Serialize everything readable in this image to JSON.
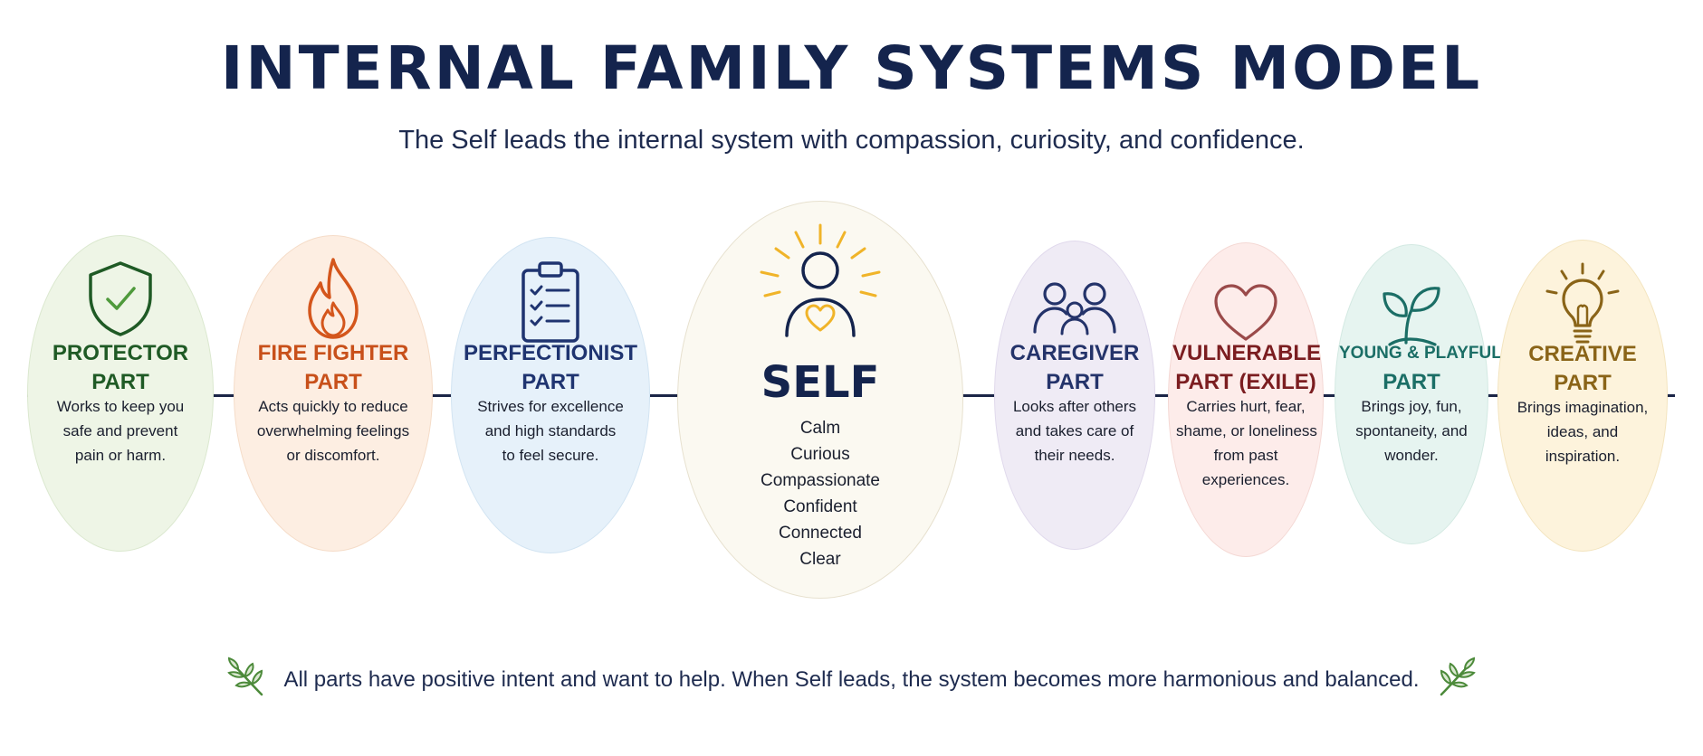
{
  "title": "INTERNAL FAMILY SYSTEMS MODEL",
  "subtitle": "The Self leads the internal system with compassion, curiosity, and confidence.",
  "colors": {
    "navy": "#14244d",
    "connector": "#1b2547",
    "protector": "#1f5a25",
    "fire": "#c8501a",
    "perfectionist": "#1f3470",
    "self_accent": "#f0b429",
    "caregiver": "#24336a",
    "vulnerable": "#7b1d20",
    "young": "#1b6e66",
    "creative": "#8a6418",
    "leaf": "#4c8a3a"
  },
  "parts": {
    "protector": {
      "icon": "shield-check-icon",
      "title_line1": "PROTECTOR",
      "title_line2": "PART",
      "desc_line1": "Works to keep you",
      "desc_line2": "safe and prevent",
      "desc_line3": "pain or harm."
    },
    "fire": {
      "icon": "flame-icon",
      "title_line1": "FIRE FIGHTER",
      "title_line2": "PART",
      "desc_line1": "Acts quickly to reduce",
      "desc_line2": "overwhelming feelings",
      "desc_line3": "or discomfort."
    },
    "perfectionist": {
      "icon": "clipboard-checklist-icon",
      "title_line1": "PERFECTIONIST",
      "title_line2": "PART",
      "desc_line1": "Strives for excellence",
      "desc_line2": "and high standards",
      "desc_line3": "to feel secure."
    },
    "self": {
      "icon": "radiant-person-heart-icon",
      "title": "SELF",
      "qualities": [
        "Calm",
        "Curious",
        "Compassionate",
        "Confident",
        "Connected",
        "Clear"
      ]
    },
    "caregiver": {
      "icon": "family-icon",
      "title_line1": "CAREGIVER",
      "title_line2": "PART",
      "desc_line1": "Looks after others",
      "desc_line2": "and takes care of",
      "desc_line3": "their needs."
    },
    "vulnerable": {
      "icon": "heart-icon",
      "title_line1": "VULNERABLE",
      "title_line2": "PART (EXILE)",
      "desc_line1": "Carries hurt, fear,",
      "desc_line2": "shame, or loneliness",
      "desc_line3": "from past",
      "desc_line4": "experiences."
    },
    "young": {
      "icon": "sprout-icon",
      "title_line1": "YOUNG & PLAYFUL",
      "title_line2": "PART",
      "desc_line1": "Brings joy, fun,",
      "desc_line2": "spontaneity, and",
      "desc_line3": "wonder."
    },
    "creative": {
      "icon": "lightbulb-icon",
      "title_line1": "CREATIVE",
      "title_line2": "PART",
      "desc_line1": "Brings imagination,",
      "desc_line2": "ideas, and",
      "desc_line3": "inspiration."
    }
  },
  "footer": {
    "text": "All parts have positive intent and want to help. When Self leads, the system becomes more harmonious and balanced.",
    "left_icon": "leaf-sprig-icon",
    "right_icon": "leaf-sprig-icon"
  }
}
